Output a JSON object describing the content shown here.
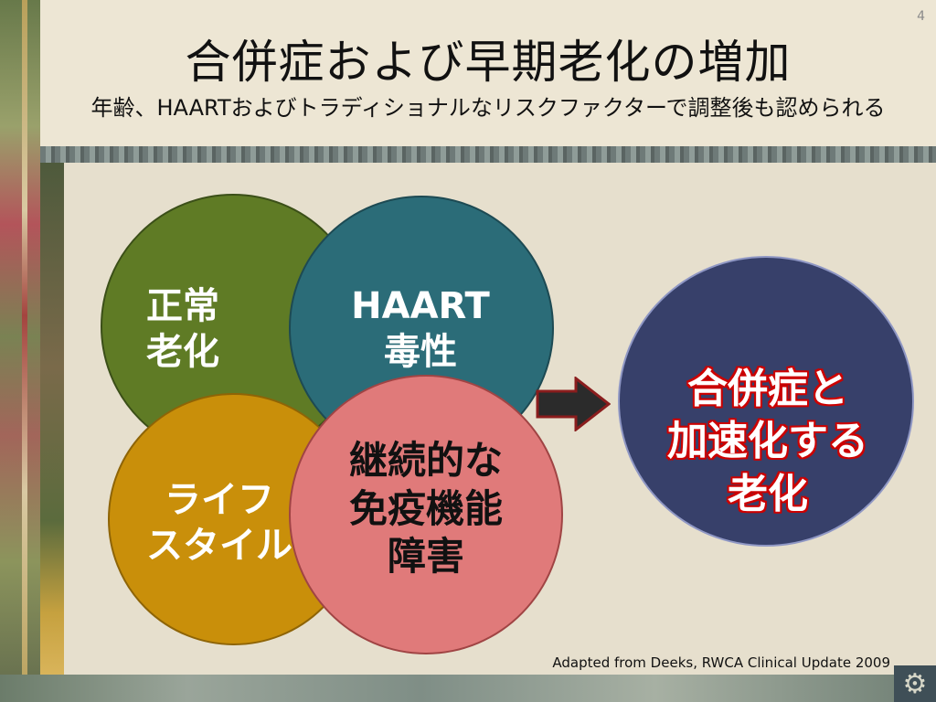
{
  "slide_number": "4",
  "title": "合併症および早期老化の増加",
  "subtitle": "年齢、HAARTおよびトラディショナルなリスクファクターで調整後も認められる",
  "diagram": {
    "normal_aging": "正常\n老化",
    "haart_toxicity": "HAART\n毒性",
    "lifestyle": "ライフ\nスタイル",
    "immune_dysfunction": "継続的な\n免疫機能\n障害",
    "result": "合併症と\n加速化する\n老化"
  },
  "citation": "Adapted from Deeks, RWCA Clinical Update 2009",
  "colors": {
    "normal_aging": "#5f7b25",
    "haart_toxicity": "#2b6c78",
    "lifestyle": "#c98f0a",
    "immune_dysfunction": "#e07a7a",
    "result": "#37406a",
    "result_text_outline": "#cc0000",
    "arrow": "#2b2b2b"
  },
  "icons": {
    "arrow": "right-arrow-icon",
    "gear": "gear-icon"
  }
}
